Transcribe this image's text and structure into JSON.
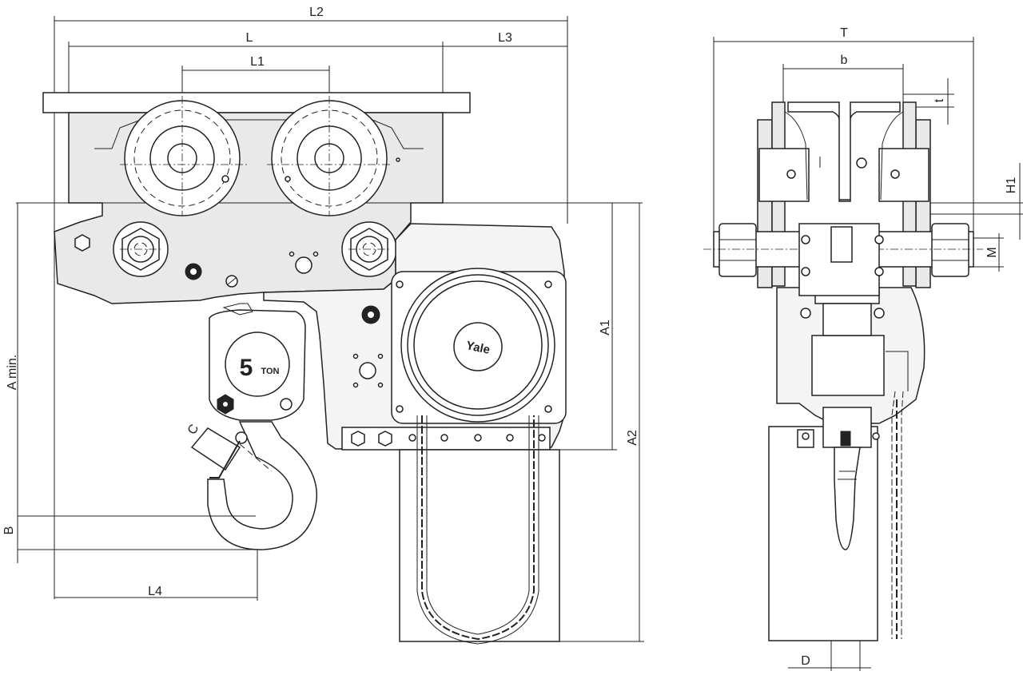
{
  "front_view": {
    "dimensions": {
      "L2": "L2",
      "L": "L",
      "L3": "L3",
      "L1": "L1",
      "A_min": "A min.",
      "A1": "A1",
      "A2": "A2",
      "B": "B",
      "L4": "L4",
      "C": "C"
    },
    "brand": "Yale",
    "capacity_number": "5",
    "capacity_unit": "TON"
  },
  "side_view": {
    "dimensions": {
      "T": "T",
      "b": "b",
      "t": "t",
      "H1": "H1",
      "M": "M",
      "D": "D"
    }
  }
}
